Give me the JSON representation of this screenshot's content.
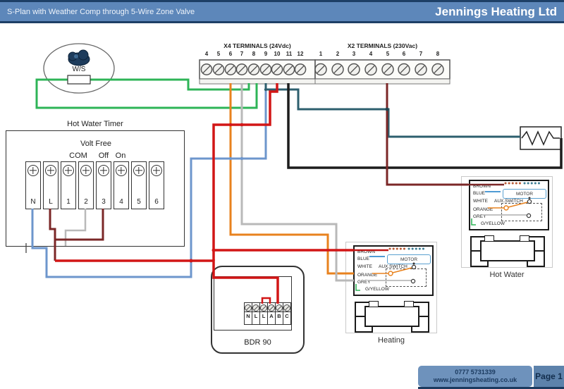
{
  "header": {
    "title": "S-Plan with Weather Comp through 5-Wire Zone Valve",
    "company": "Jennings Heating Ltd"
  },
  "x4": {
    "title": "X4 TERMINALS (24Vdc)",
    "numbers": [
      "4",
      "5",
      "6",
      "7",
      "8",
      "9",
      "10",
      "11",
      "12"
    ]
  },
  "x2": {
    "title": "X2 TERMINALS (230Vac)",
    "numbers": [
      "1",
      "2",
      "3",
      "4",
      "5",
      "6",
      "7",
      "8"
    ]
  },
  "weather_sensor": {
    "label": "W/S"
  },
  "timer": {
    "title": "Hot Water Timer",
    "volt_free": "Volt Free",
    "com": "COM",
    "off": "Off",
    "on": "On",
    "terminals": [
      "N",
      "L",
      "1",
      "2",
      "3",
      "4",
      "5",
      "6"
    ]
  },
  "bdr": {
    "label": "BDR 90",
    "terminals": [
      "N",
      "L",
      "L",
      "A",
      "B",
      "C"
    ]
  },
  "valves": {
    "rows": [
      "BROWN",
      "BLUE",
      "WHITE",
      "ORANGE",
      "GREY",
      "G/YELLOW"
    ],
    "motor": "MOTOR",
    "aux": "AUX.SWITCH",
    "heating_caption": "Heating",
    "hot_water_caption": "Hot Water"
  },
  "footer": {
    "phone": "0777 5731339",
    "website": "www.jenningsheating.co.uk",
    "page": "Page 1"
  },
  "colors": {
    "header_bg": "#5d87ba",
    "navy": "#1b3a5f",
    "wire_green": "#2eb457",
    "wire_orange": "#e8821e",
    "wire_grey": "#b9b9b9",
    "wire_blue": "#6d96cc",
    "wire_teal": "#2d5f6e",
    "wire_red": "#d21616",
    "wire_maroon": "#7b2727",
    "wire_black": "#1c1c1c",
    "motor_accent": "#5aa0d0"
  }
}
